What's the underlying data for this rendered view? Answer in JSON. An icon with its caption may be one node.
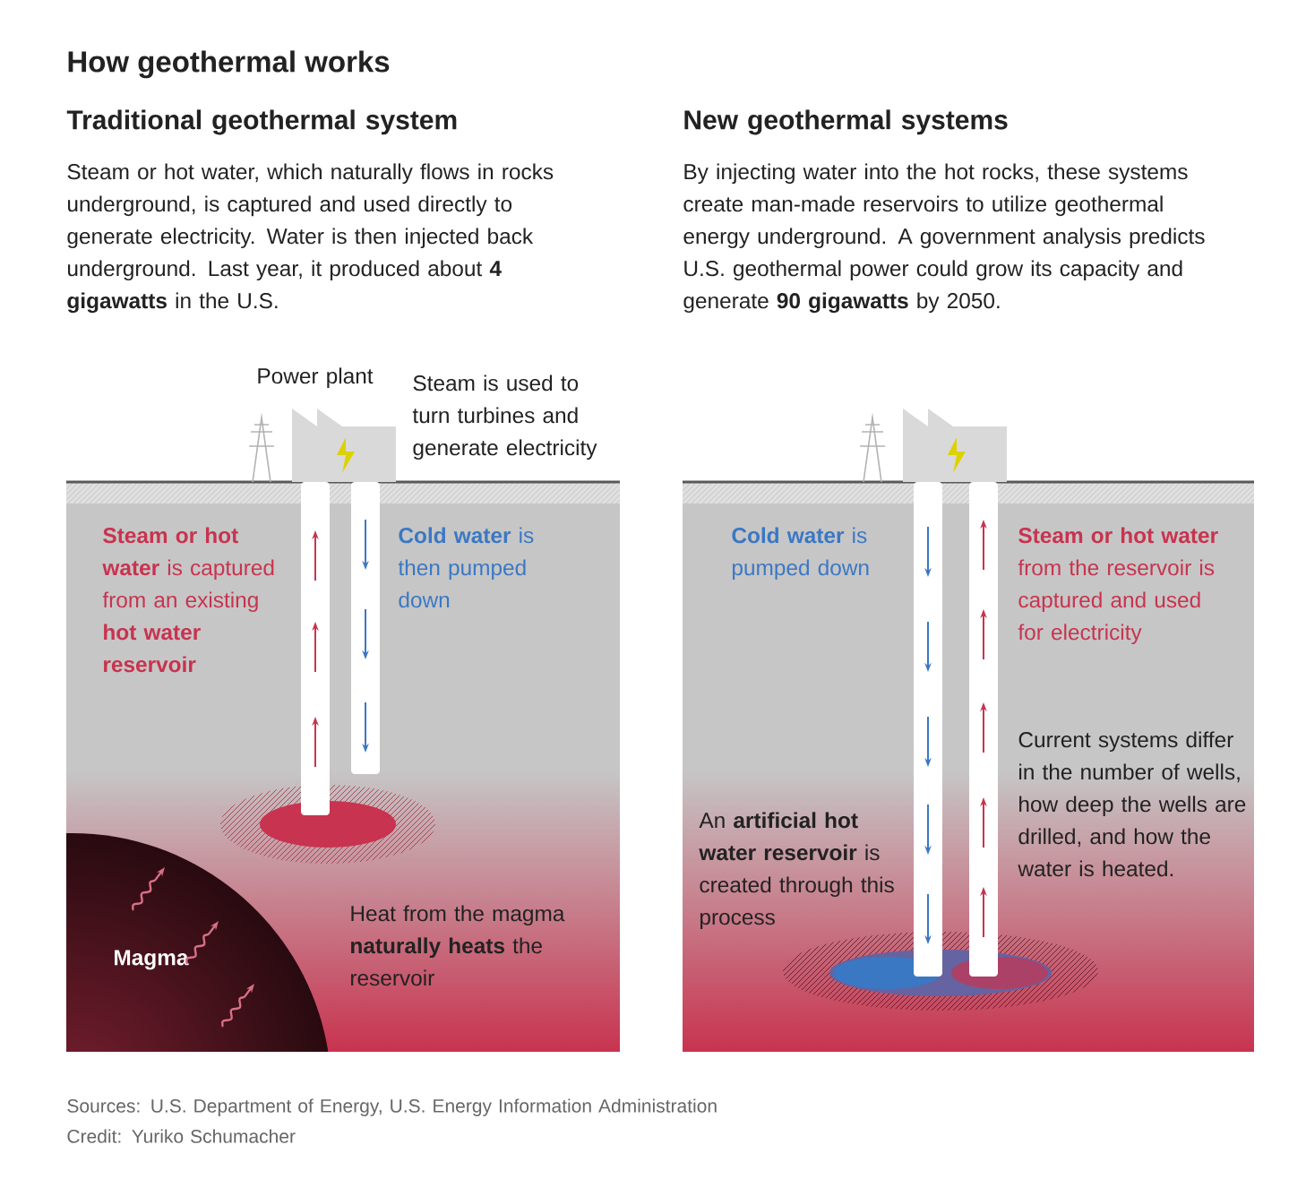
{
  "diagram": {
    "title": "How geothermal works",
    "nodes": [
      {
        "text": [
          "Magma"
        ]
      }
    ],
    "labels": [
      "Traditional geothermal system",
      "New geothermal systems",
      "Steam or hot water, which naturally flows in rocks underground, is captured and used directly to generate electricity. Water is then injected back underground. Last year, it produced about **4 gigawatts** in the U.S.",
      "By injecting water into the hot rocks, these systems create man-made reservoirs to utilize geothermal energy underground. A government analysis predicts U.S. geothermal power could grow its capacity and generate **90 gigawatts** by 2050.",
      "Power plant",
      "Steam is used to turn turbines and generate electricity",
      "**Steam or hot water** is captured from an existing **hot water reservoir**",
      "**Cold water** is then pumped down",
      "Heat from the magma **naturally heats** the reservoir",
      "**Cold water** is pumped down",
      "**Steam or hot water** from the reservoir is captured and used for electricity",
      "Current systems differ in the number of wells, how deep the wells are drilled, and how the water is heated.",
      "An **artificial hot water reservoir** is created through this process",
      "Sources: U.S. Department of Energy, U.S. Energy Information Administration",
      "Credit: Yuriko Schumacher"
    ]
  }
}
